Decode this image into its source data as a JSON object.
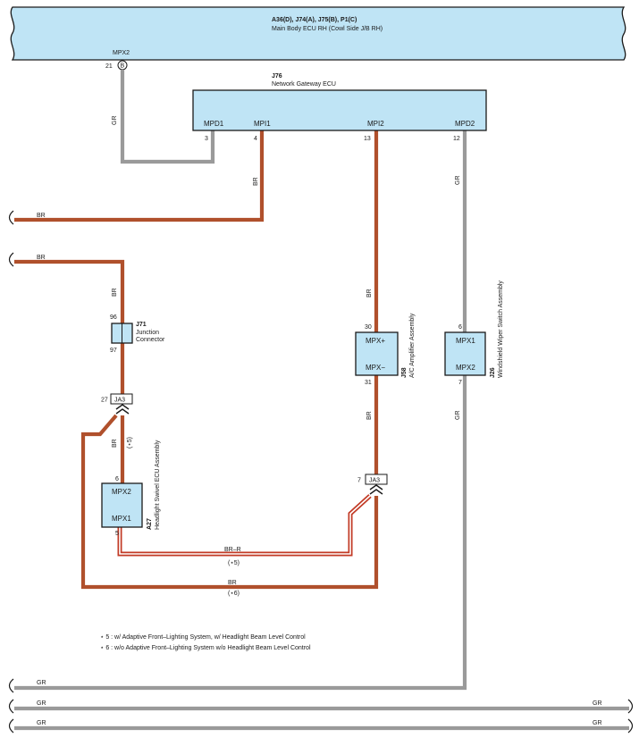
{
  "main_ecu": {
    "codes": "A36(D), J74(A), J75(B), P1(C)",
    "name": "Main Body ECU RH (Cowl Side J/B RH)",
    "pin_name": "MPX2",
    "pin_num": "21",
    "connector_letter": "B"
  },
  "gateway": {
    "code": "J76",
    "name": "Network Gateway ECU",
    "pins": [
      {
        "name": "MPD1",
        "num": "3"
      },
      {
        "name": "MPI1",
        "num": "4"
      },
      {
        "name": "MPI2",
        "num": "13"
      },
      {
        "name": "MPD2",
        "num": "12"
      }
    ]
  },
  "junction": {
    "code": "J71",
    "name_line1": "Junction",
    "name_line2": "Connector",
    "pin_top": "96",
    "pin_bottom": "97"
  },
  "ja3_left": {
    "label": "JA3",
    "pin": "27"
  },
  "ja3_right": {
    "label": "JA3",
    "pin": "7"
  },
  "headlight": {
    "code": "A27",
    "name": "Headlight Swivel ECU Assembly",
    "pin_top_name": "MPX2",
    "pin_bottom_name": "MPX1",
    "pin_top": "6",
    "pin_bottom": "5"
  },
  "ac_amp": {
    "code": "J58",
    "name": "A/C Amplifier Assembly",
    "pin_top_name": "MPX+",
    "pin_bottom_name": "MPX−",
    "pin_top": "30",
    "pin_bottom": "31"
  },
  "wiper": {
    "code": "J26",
    "name": "Windshield Wiper Switch Assembly",
    "pin_top_name": "MPX1",
    "pin_bottom_name": "MPX2",
    "pin_top": "6",
    "pin_bottom": "7"
  },
  "wire_labels": {
    "gr": "GR",
    "br": "BR",
    "brr": "BR–R",
    "note5": "(⋆5)",
    "note6": "(⋆6)"
  },
  "notes": [
    "⋆ 5 : w/ Adaptive Front–Lighting System,  w/ Headlight Beam Level Control",
    "⋆ 6 : w/o Adaptive Front–Lighting System w/o Headlight Beam Level Control"
  ],
  "colors": {
    "br": "#b0502c",
    "gr": "#9a9a9a",
    "br_r": "#c23a25",
    "ecu_fill": "#bfe4f5"
  }
}
